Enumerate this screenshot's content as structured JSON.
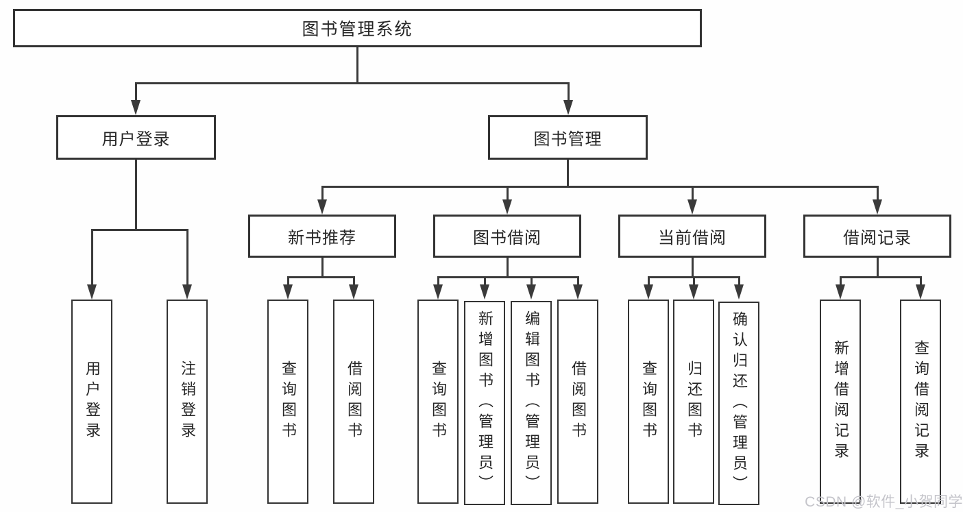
{
  "colors": {
    "line": "#3a3a3a",
    "box_border": "#333333",
    "text": "#262626",
    "watermark": "#c4c4ca",
    "background": "#fefefe"
  },
  "root": {
    "label": "图书管理系统"
  },
  "modules": [
    {
      "label": "用户登录",
      "children": [
        {
          "label": "用户登录"
        },
        {
          "label": "注销登录"
        }
      ]
    },
    {
      "label": "图书管理",
      "sections": [
        {
          "label": "新书推荐",
          "children": [
            {
              "label": "查询图书"
            },
            {
              "label": "借阅图书"
            }
          ]
        },
        {
          "label": "图书借阅",
          "children": [
            {
              "label": "查询图书"
            },
            {
              "label": "新增图书（管理员）"
            },
            {
              "label": "编辑图书（管理员）"
            },
            {
              "label": "借阅图书"
            }
          ]
        },
        {
          "label": "当前借阅",
          "children": [
            {
              "label": "查询图书"
            },
            {
              "label": "归还图书"
            },
            {
              "label": "确认归还（管理员）"
            }
          ]
        },
        {
          "label": "借阅记录",
          "children": [
            {
              "label": "新增借阅记录"
            },
            {
              "label": "查询借阅记录"
            }
          ]
        }
      ]
    }
  ],
  "watermark": {
    "text": "CSDN @软件_小贺同学"
  }
}
